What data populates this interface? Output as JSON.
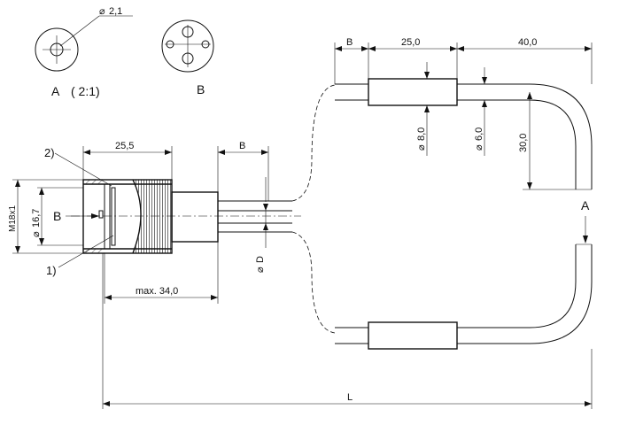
{
  "labels": {
    "view_a": "A",
    "scale": "( 2:1)",
    "view_b": "B",
    "dia_hole": "2,1",
    "callout_2": "2)",
    "callout_1": "1)",
    "arrow_b": "B",
    "thread": "M18x1",
    "dia_nut": "16,7",
    "len_nut": "25,5",
    "dim_b_left": "B",
    "dia_d": "D",
    "max_len": "max. 34,0",
    "dim_b_top": "B",
    "len_sleeve": "25,0",
    "len_bend": "40,0",
    "dia_sleeve": "8,0",
    "dia_cable": "6,0",
    "height_bend": "30,0",
    "arrow_a": "A",
    "total_len": "L"
  },
  "colors": {
    "ink": "#111111",
    "paper": "#ffffff"
  }
}
